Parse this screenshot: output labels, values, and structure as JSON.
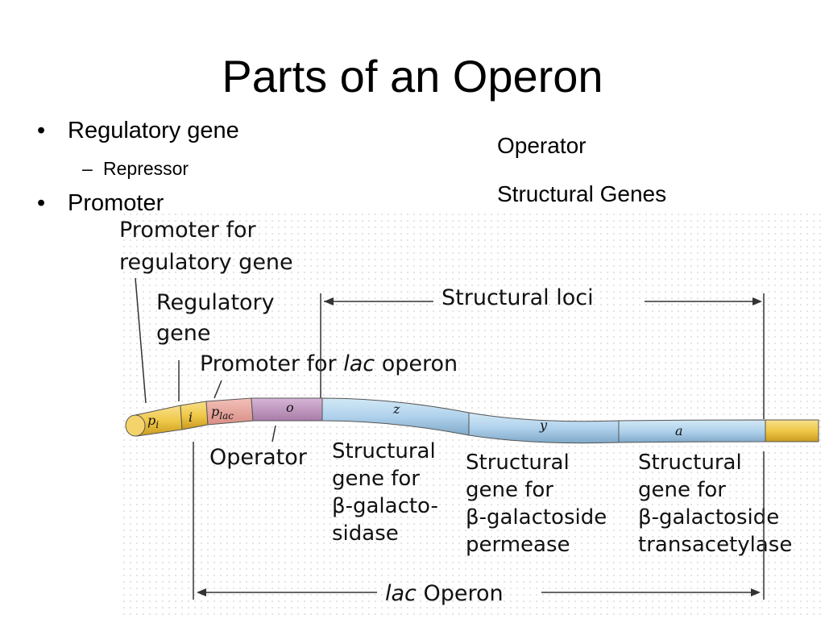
{
  "title": "Parts of an Operon",
  "bullets": [
    {
      "text": "Regulatory gene",
      "sub": "Repressor"
    },
    {
      "text": "Promoter"
    }
  ],
  "right_items": [
    "Operator",
    "Structural Genes"
  ],
  "diagram": {
    "promoter_reg_line1": "Promoter for",
    "promoter_reg_line2": "regulatory gene",
    "regulatory_line1": "Regulatory",
    "regulatory_line2": "gene",
    "promoter_lac_prefix": "Promoter for ",
    "promoter_lac_italic": "lac",
    "promoter_lac_suffix": " operon",
    "structural_loci": "Structural loci",
    "seg_pi": "p",
    "seg_pi_sub": "i",
    "seg_i": "i",
    "seg_plac": "p",
    "seg_plac_sub": "lac",
    "seg_o": "o",
    "seg_z": "z",
    "seg_y": "y",
    "seg_a": "a",
    "operator": "Operator",
    "gene_z": [
      "Structural",
      "gene for",
      "β-galacto-",
      "sidase"
    ],
    "gene_y": [
      "Structural",
      "gene for",
      "β-galactoside",
      "permease"
    ],
    "gene_a": [
      "Structural",
      "gene for",
      "β-galactoside",
      "transacetylase"
    ],
    "lac_operon_italic": "lac",
    "lac_operon_rest": " Operon"
  }
}
